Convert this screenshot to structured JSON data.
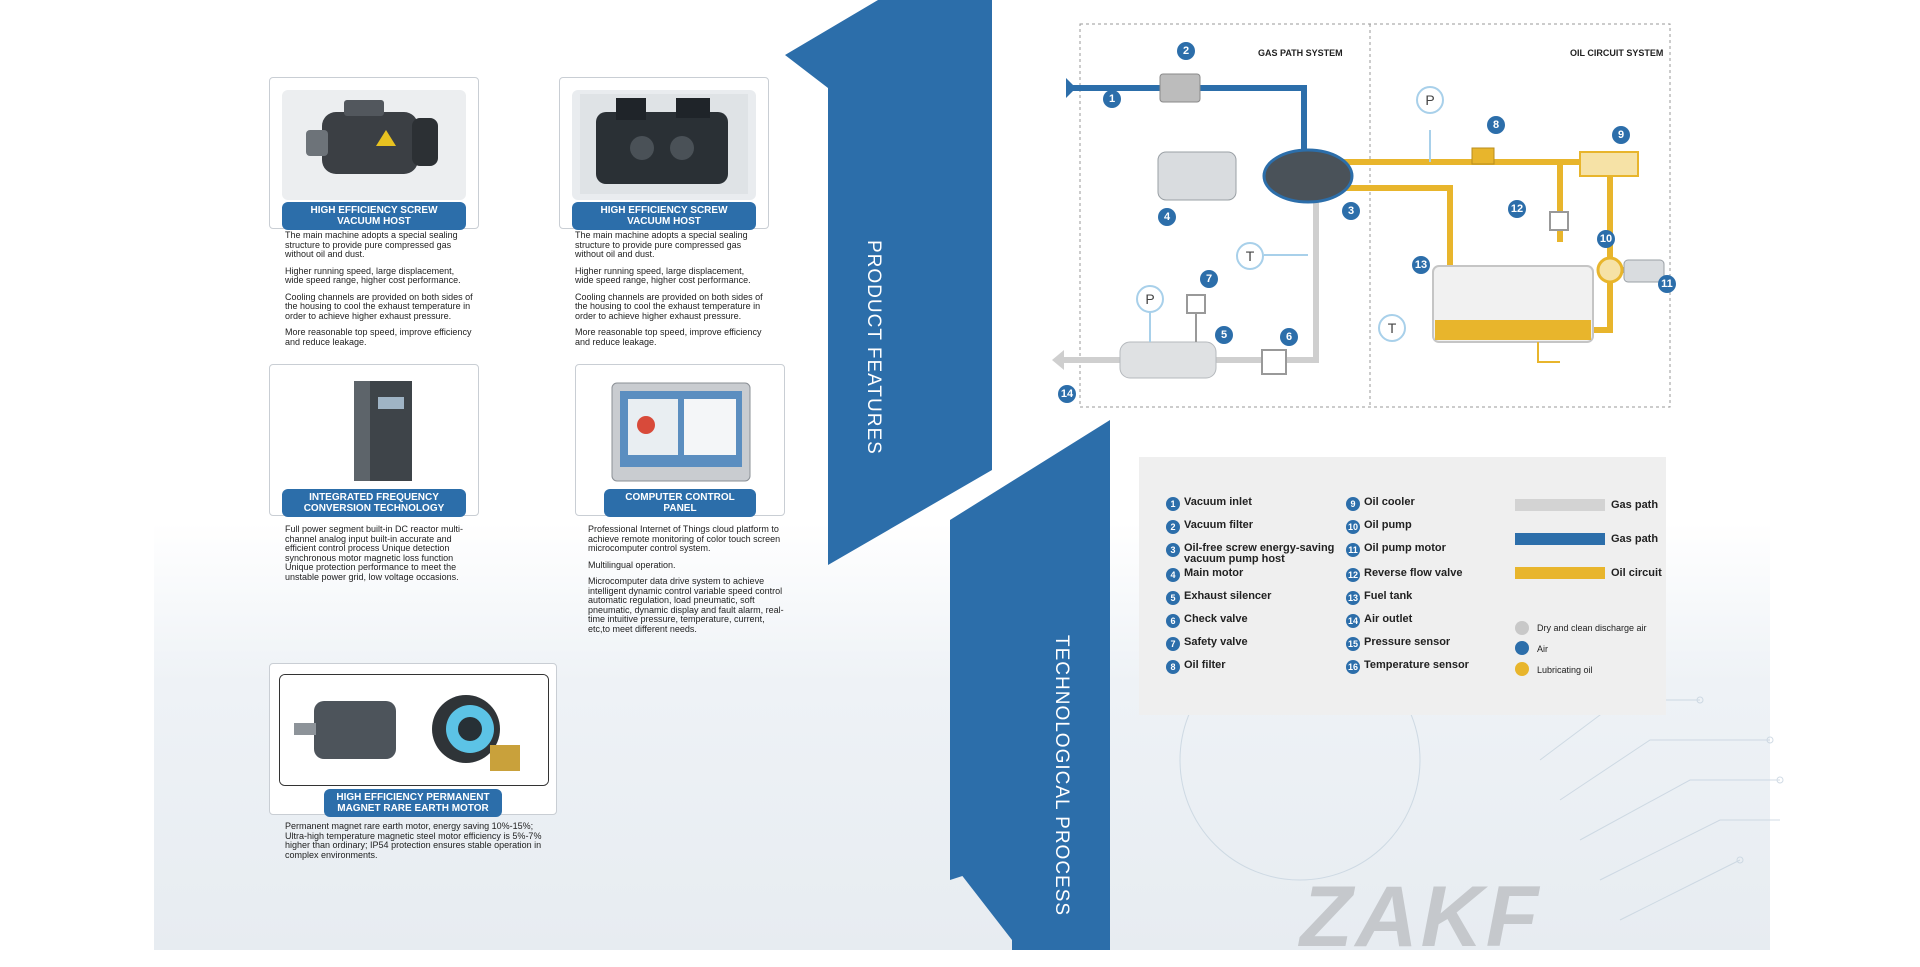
{
  "section_titles": {
    "product_features": "PRODUCT FEATURES",
    "technological_process": "TECHNOLOGICAL PROCESS"
  },
  "features": [
    {
      "title": "HIGH EFFICIENCY SCREW VACUUM HOST",
      "paragraphs": [
        "The main machine adopts a special sealing structure to provide pure compressed gas without oil and dust.",
        "Higher running speed, large displacement, wide speed range, higher cost performance.",
        "Cooling channels are provided on both sides of the housing to cool the exhaust temperature in order to achieve higher exhaust pressure.",
        "More reasonable top speed, improve efficiency and reduce leakage."
      ]
    },
    {
      "title": "HIGH EFFICIENCY SCREW VACUUM HOST",
      "paragraphs": [
        "The main machine adopts a special sealing structure to provide pure compressed gas without oil and dust.",
        "Higher running speed, large displacement, wide speed range, higher cost performance.",
        "Cooling channels are provided on both sides of the housing to cool the exhaust temperature in order to achieve higher exhaust pressure.",
        "More reasonable top speed, improve efficiency and reduce leakage."
      ]
    },
    {
      "title": "INTEGRATED FREQUENCY CONVERSION TECHNOLOGY",
      "paragraphs": [
        "Full power segment built-in DC reactor multi-channel analog input built-in accurate and efficient control process Unique detection synchronous motor magnetic loss function Unique protection performance to meet the unstable power grid, low voltage occasions."
      ]
    },
    {
      "title": "COMPUTER CONTROL PANEL",
      "paragraphs": [
        "Professional Internet of Things cloud platform to achieve remote monitoring of color touch screen microcomputer control system.",
        "Multilingual operation.",
        "Microcomputer data drive system to achieve intelligent dynamic control variable speed control automatic regulation, load pneumatic, soft pneumatic, dynamic display and fault alarm, real-time intuitive pressure, temperature, current, etc,to meet different needs."
      ]
    },
    {
      "title": "HIGH EFFICIENCY PERMANENT MAGNET RARE EARTH MOTOR",
      "paragraphs": [
        "Permanent magnet rare earth motor, energy saving 10%-15%; Ultra-high temperature magnetic steel motor efficiency is 5%-7% higher than ordinary; IP54 protection ensures stable operation in complex environments."
      ]
    }
  ],
  "diagram": {
    "gas_path_label": "GAS PATH SYSTEM",
    "oil_circuit_label": "OIL CIRCUIT SYSTEM",
    "markers": [
      "1",
      "2",
      "3",
      "4",
      "5",
      "6",
      "7",
      "8",
      "9",
      "10",
      "11",
      "12",
      "13",
      "14"
    ],
    "sensors": {
      "pressure": "P",
      "temperature": "T"
    }
  },
  "legend": {
    "components": [
      {
        "n": "1",
        "label": "Vacuum inlet"
      },
      {
        "n": "2",
        "label": "Vacuum filter"
      },
      {
        "n": "3",
        "label": "Oil-free screw energy-saving vacuum pump host"
      },
      {
        "n": "4",
        "label": "Main motor"
      },
      {
        "n": "5",
        "label": "Exhaust silencer"
      },
      {
        "n": "6",
        "label": "Check valve"
      },
      {
        "n": "7",
        "label": "Safety valve"
      },
      {
        "n": "8",
        "label": "Oil filter"
      },
      {
        "n": "9",
        "label": "Oil cooler"
      },
      {
        "n": "10",
        "label": "Oil pump"
      },
      {
        "n": "11",
        "label": "Oil pump motor"
      },
      {
        "n": "12",
        "label": "Reverse flow valve"
      },
      {
        "n": "13",
        "label": "Fuel tank"
      },
      {
        "n": "14",
        "label": "Air outlet"
      },
      {
        "n": "15",
        "label": "Pressure sensor"
      },
      {
        "n": "16",
        "label": "Temperature sensor"
      }
    ],
    "paths": [
      {
        "label": "Gas path",
        "color": "#d3d3d3"
      },
      {
        "label": "Gas path",
        "color": "#2c6eaa"
      },
      {
        "label": "Oil circuit",
        "color": "#e8b52c"
      }
    ],
    "media": [
      {
        "label": "Dry and clean discharge air",
        "color": "#c8c8c8"
      },
      {
        "label": "Air",
        "color": "#2c6eaa"
      },
      {
        "label": "Lubricating oil",
        "color": "#e8b52c"
      }
    ]
  },
  "brand": {
    "logo_text": "ZAKF"
  },
  "colors": {
    "accent_blue": "#2c6eaa",
    "oil_yellow": "#e8b52c",
    "gas_grey": "#d3d3d3"
  }
}
